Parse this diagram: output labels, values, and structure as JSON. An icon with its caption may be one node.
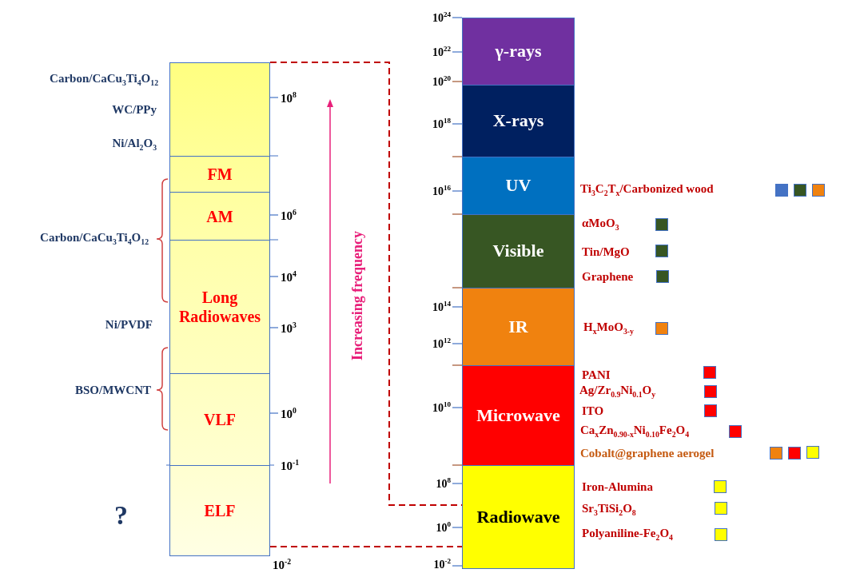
{
  "diagram": {
    "nodes": [
      {
        "text": [],
        "shape": "box"
      },
      {
        "text": [
          "FM"
        ]
      },
      {
        "text": [
          "AM"
        ]
      },
      {
        "text": [
          "Long Radiowaves"
        ]
      },
      {
        "text": [
          "VLF"
        ]
      },
      {
        "text": [
          "ELF"
        ]
      },
      {
        "text": [
          "γ-rays"
        ]
      },
      {
        "text": [
          "X-rays"
        ]
      },
      {
        "text": [
          "UV"
        ]
      },
      {
        "text": [
          "Visible"
        ]
      },
      {
        "text": [
          "IR"
        ]
      },
      {
        "text": [
          "Microwave"
        ]
      },
      {
        "text": [
          "Radiowave"
        ]
      }
    ],
    "edges": [
      {
        "from": 0,
        "to": 12,
        "arrow": "none",
        "style": "dashed"
      },
      {
        "from": 5,
        "to": 12,
        "arrow": "none",
        "style": "dashed"
      }
    ],
    "labels": [
      "Carbon/CaCu$_{3}$Ti$_{4}$O$_{12}$",
      "WC/PPy",
      "Ni/Al$_{2}$O$_{3}$",
      "Carbon/CaCu$_{3}$Ti$_{4}$O$_{12}$",
      "Ni/PVDF",
      "BSO/MWCNT",
      "?",
      "10$^{8}$",
      "10$^{6}$",
      "10$^{4}$",
      "10$^{3}$",
      "10$^{0}$",
      "10$^{-1}$",
      "10$^{-2}$",
      "Increasing frequency",
      "10$^{24}$",
      "10$^{22}$",
      "10$^{20}$",
      "10$^{18}$",
      "10$^{16}$",
      "10$^{14}$",
      "10$^{12}$",
      "10$^{10}$",
      "10$^{8}$",
      "10$^{0}$",
      "10$^{-2}$",
      "Ti$_{3}$C$_{2}$T$_{x}$/Carbonized wood",
      "αMoO$_{3}$",
      "Tin/MgO",
      "Graphene",
      "H$_{x}$MoO$_{3-y}$",
      "PANI",
      "Ag/Zr$_{0.9}$Ni$_{0.1}$O$_{y}$",
      "ITO",
      "Ca$_{x}$Zn$_{0.90-x}$Ni$_{0.10}$Fe$_{2}$O$_{4}$",
      "Cobalt@graphene aerogel",
      "Iron-Alumina",
      "Sr$_{3}$TiSi$_{2}$O$_{8}$",
      "Polyaniline-Fe$_{2}$O$_{4}$"
    ]
  }
}
